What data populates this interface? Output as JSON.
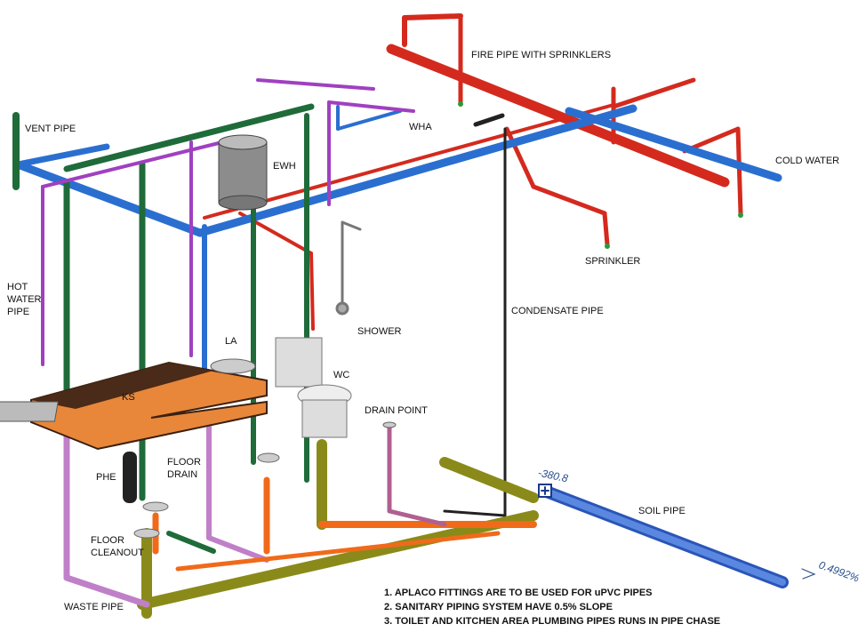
{
  "labels": {
    "fire_pipe": "FIRE PIPE WITH SPRINKLERS",
    "vent_pipe": "VENT PIPE",
    "wha": "WHA",
    "ewh": "EWH",
    "cold_water": "COLD WATER",
    "sprinkler": "SPRINKLER",
    "hot_water_pipe": [
      "HOT",
      "WATER",
      "PIPE"
    ],
    "condensate_pipe": "CONDENSATE PIPE",
    "la": "LA",
    "shower": "SHOWER",
    "wc": "WC",
    "ks": "KS",
    "drain_point": "DRAIN POINT",
    "phe": "PHE",
    "floor_drain": [
      "FLOOR",
      "DRAIN"
    ],
    "floor_cleanout": [
      "FLOOR",
      "CLEANOUT"
    ],
    "soil_pipe": "SOIL PIPE",
    "waste_pipe": "WASTE PIPE"
  },
  "annotations": {
    "elevation": "-380.8",
    "slope": "0.4992%"
  },
  "notes": [
    "1. APLACO FITTINGS ARE TO BE USED FOR uPVC PIPES",
    "2. SANITARY PIPING SYSTEM HAVE 0.5% SLOPE",
    "3. TOILET AND KITCHEN AREA PLUMBING PIPES RUNS IN PIPE CHASE"
  ],
  "colors": {
    "fire": "#d42a1e",
    "cold_water": "#2a6fd0",
    "hot_water": "#a040c0",
    "vent": "#1f6b3a",
    "soil": "#4a78d0",
    "waste_fitting": "#f06a1a",
    "sanitary": "#8a8a1a",
    "condensate": "#222222",
    "counter": "#e8873a"
  }
}
